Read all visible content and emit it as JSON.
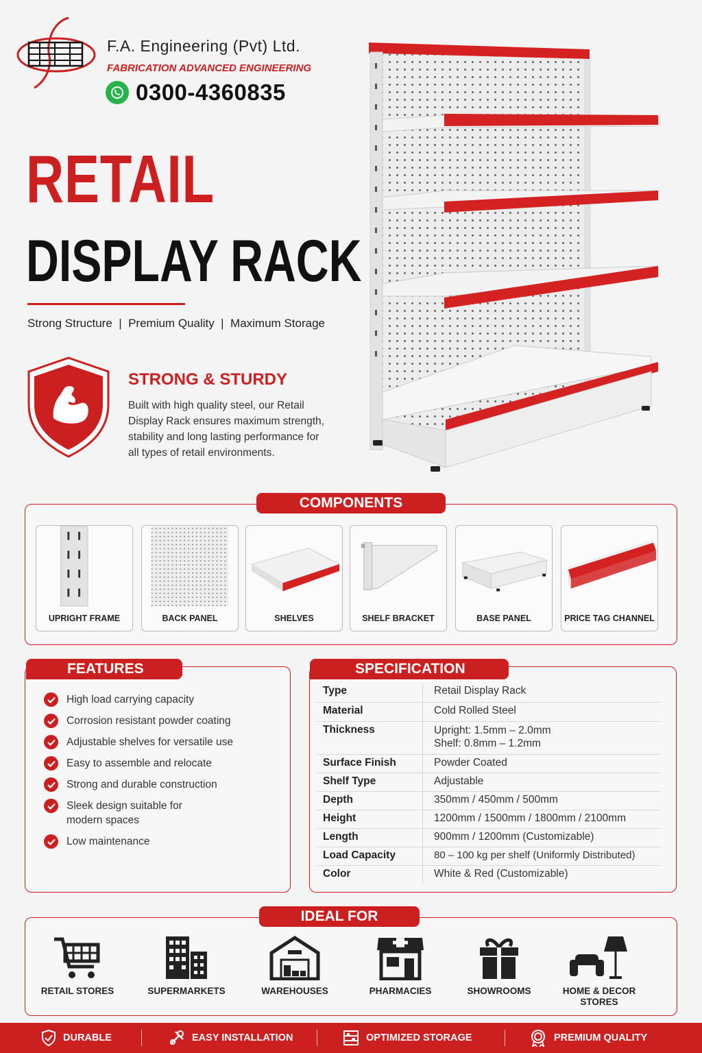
{
  "header": {
    "company_name": "F.A. Engineering (Pvt) Ltd.",
    "tagline": "FABRICATION ADVANCED ENGINEERING",
    "phone": "0300-4360835",
    "phone_icon": "whatsapp-icon"
  },
  "hero": {
    "title_line1": "RETAIL",
    "title_line2": "DISPLAY RACK",
    "subtitle": "Strong Structure  |  Premium Quality  |  Maximum Storage"
  },
  "strong": {
    "icon": "shield-muscle-icon",
    "title": "STRONG & STURDY",
    "text": "Built with high quality steel, our Retail Display Rack ensures maximum strength, stability and long lasting performance for all types of retail environments."
  },
  "components": {
    "title": "COMPONENTS",
    "items": [
      {
        "label": "UPRIGHT FRAME"
      },
      {
        "label": "BACK PANEL"
      },
      {
        "label": "SHELVES"
      },
      {
        "label": "SHELF BRACKET"
      },
      {
        "label": "BASE PANEL"
      },
      {
        "label": "PRICE TAG CHANNEL"
      }
    ]
  },
  "features": {
    "title": "FEATURES",
    "items": [
      "High load carrying capacity",
      "Corrosion resistant powder coating",
      "Adjustable shelves for versatile use",
      "Easy to assemble and relocate",
      "Strong and durable construction",
      "Sleek design suitable for modern spaces",
      "Low maintenance"
    ]
  },
  "specification": {
    "title": "SPECIFICATION",
    "rows": [
      {
        "key": "Type",
        "value": "Retail Display Rack"
      },
      {
        "key": "Material",
        "value": "Cold Rolled Steel"
      },
      {
        "key": "Thickness",
        "value": "Upright: 1.5mm – 2.0mm",
        "value2": "Shelf: 0.8mm – 1.2mm"
      },
      {
        "key": "Surface Finish",
        "value": "Powder Coated"
      },
      {
        "key": "Shelf Type",
        "value": "Adjustable"
      },
      {
        "key": "Depth",
        "value": "350mm / 450mm / 500mm"
      },
      {
        "key": "Height",
        "value": "1200mm / 1500mm / 1800mm / 2100mm"
      },
      {
        "key": "Length",
        "value": "900mm / 1200mm (Customizable)"
      },
      {
        "key": "Load Capacity",
        "value": "80 – 100 kg per shelf (Uniformly Distributed)"
      },
      {
        "key": "Color",
        "value": "White & Red (Customizable)"
      }
    ]
  },
  "ideal_for": {
    "title": "IDEAL FOR",
    "items": [
      {
        "label": "RETAIL STORES",
        "icon": "cart-icon"
      },
      {
        "label": "SUPERMARKETS",
        "icon": "buildings-icon"
      },
      {
        "label": "WAREHOUSES",
        "icon": "warehouse-icon"
      },
      {
        "label": "PHARMACIES",
        "icon": "pharmacy-icon"
      },
      {
        "label": "SHOWROOMS",
        "icon": "gift-icon"
      },
      {
        "label": "HOME & DECOR STORES",
        "icon": "armchair-lamp-icon"
      }
    ]
  },
  "footer": {
    "items": [
      {
        "label": "DURABLE",
        "icon": "shield-check-icon"
      },
      {
        "label": "EASY INSTALLATION",
        "icon": "tools-icon"
      },
      {
        "label": "OPTIMIZED STORAGE",
        "icon": "shelves-icon"
      },
      {
        "label": "PREMIUM QUALITY",
        "icon": "medal-icon"
      }
    ]
  },
  "colors": {
    "accent": "#cc1f1f",
    "dark": "#111111",
    "background": "#f4f4f4"
  }
}
